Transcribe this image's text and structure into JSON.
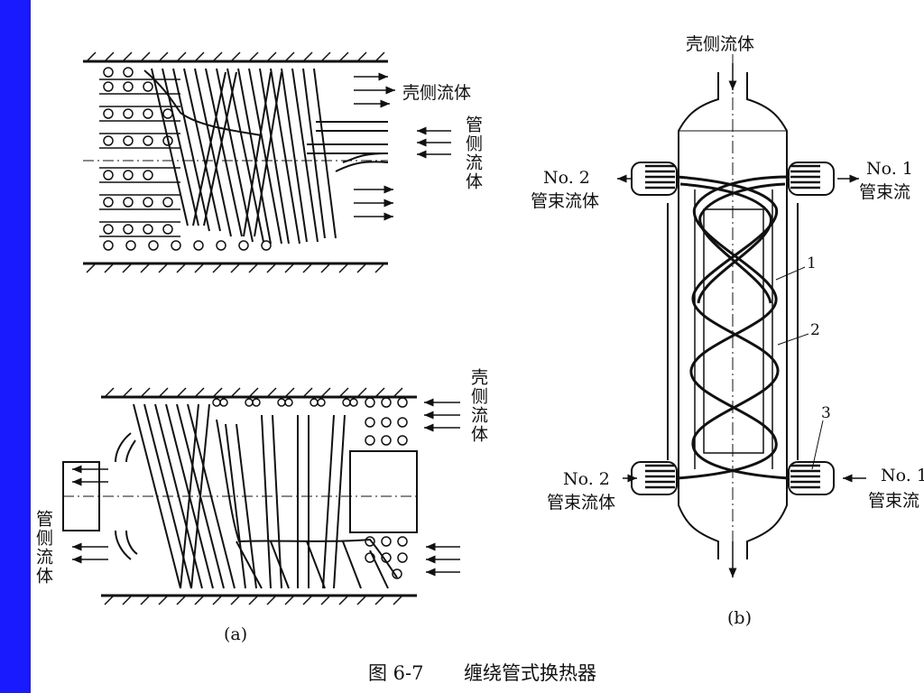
{
  "figure": {
    "caption_number": "图 6-7",
    "caption_title": "缠绕管式换热器",
    "sub_a": "(a)",
    "sub_b": "(b)"
  },
  "panel_a": {
    "shell_fluid_top": "壳侧流体",
    "tube_fluid_top": "管侧流体",
    "shell_fluid_bottom": "壳侧流体",
    "tube_fluid_bottom": "管侧流体"
  },
  "panel_b": {
    "shell_fluid": "壳侧流体",
    "left_top_no": "No. 2",
    "left_top_name": "管束流体",
    "right_top_no": "No. 1",
    "right_top_name": "管束流",
    "left_bottom_no": "No. 2",
    "left_bottom_name": "管束流体",
    "right_bottom_no": "No. 1",
    "right_bottom_name": "管束流",
    "part_1": "1",
    "part_2": "2",
    "part_3": "3"
  },
  "colors": {
    "sidebar": "#1a1aff",
    "ink": "#111111",
    "background": "#ffffff"
  }
}
